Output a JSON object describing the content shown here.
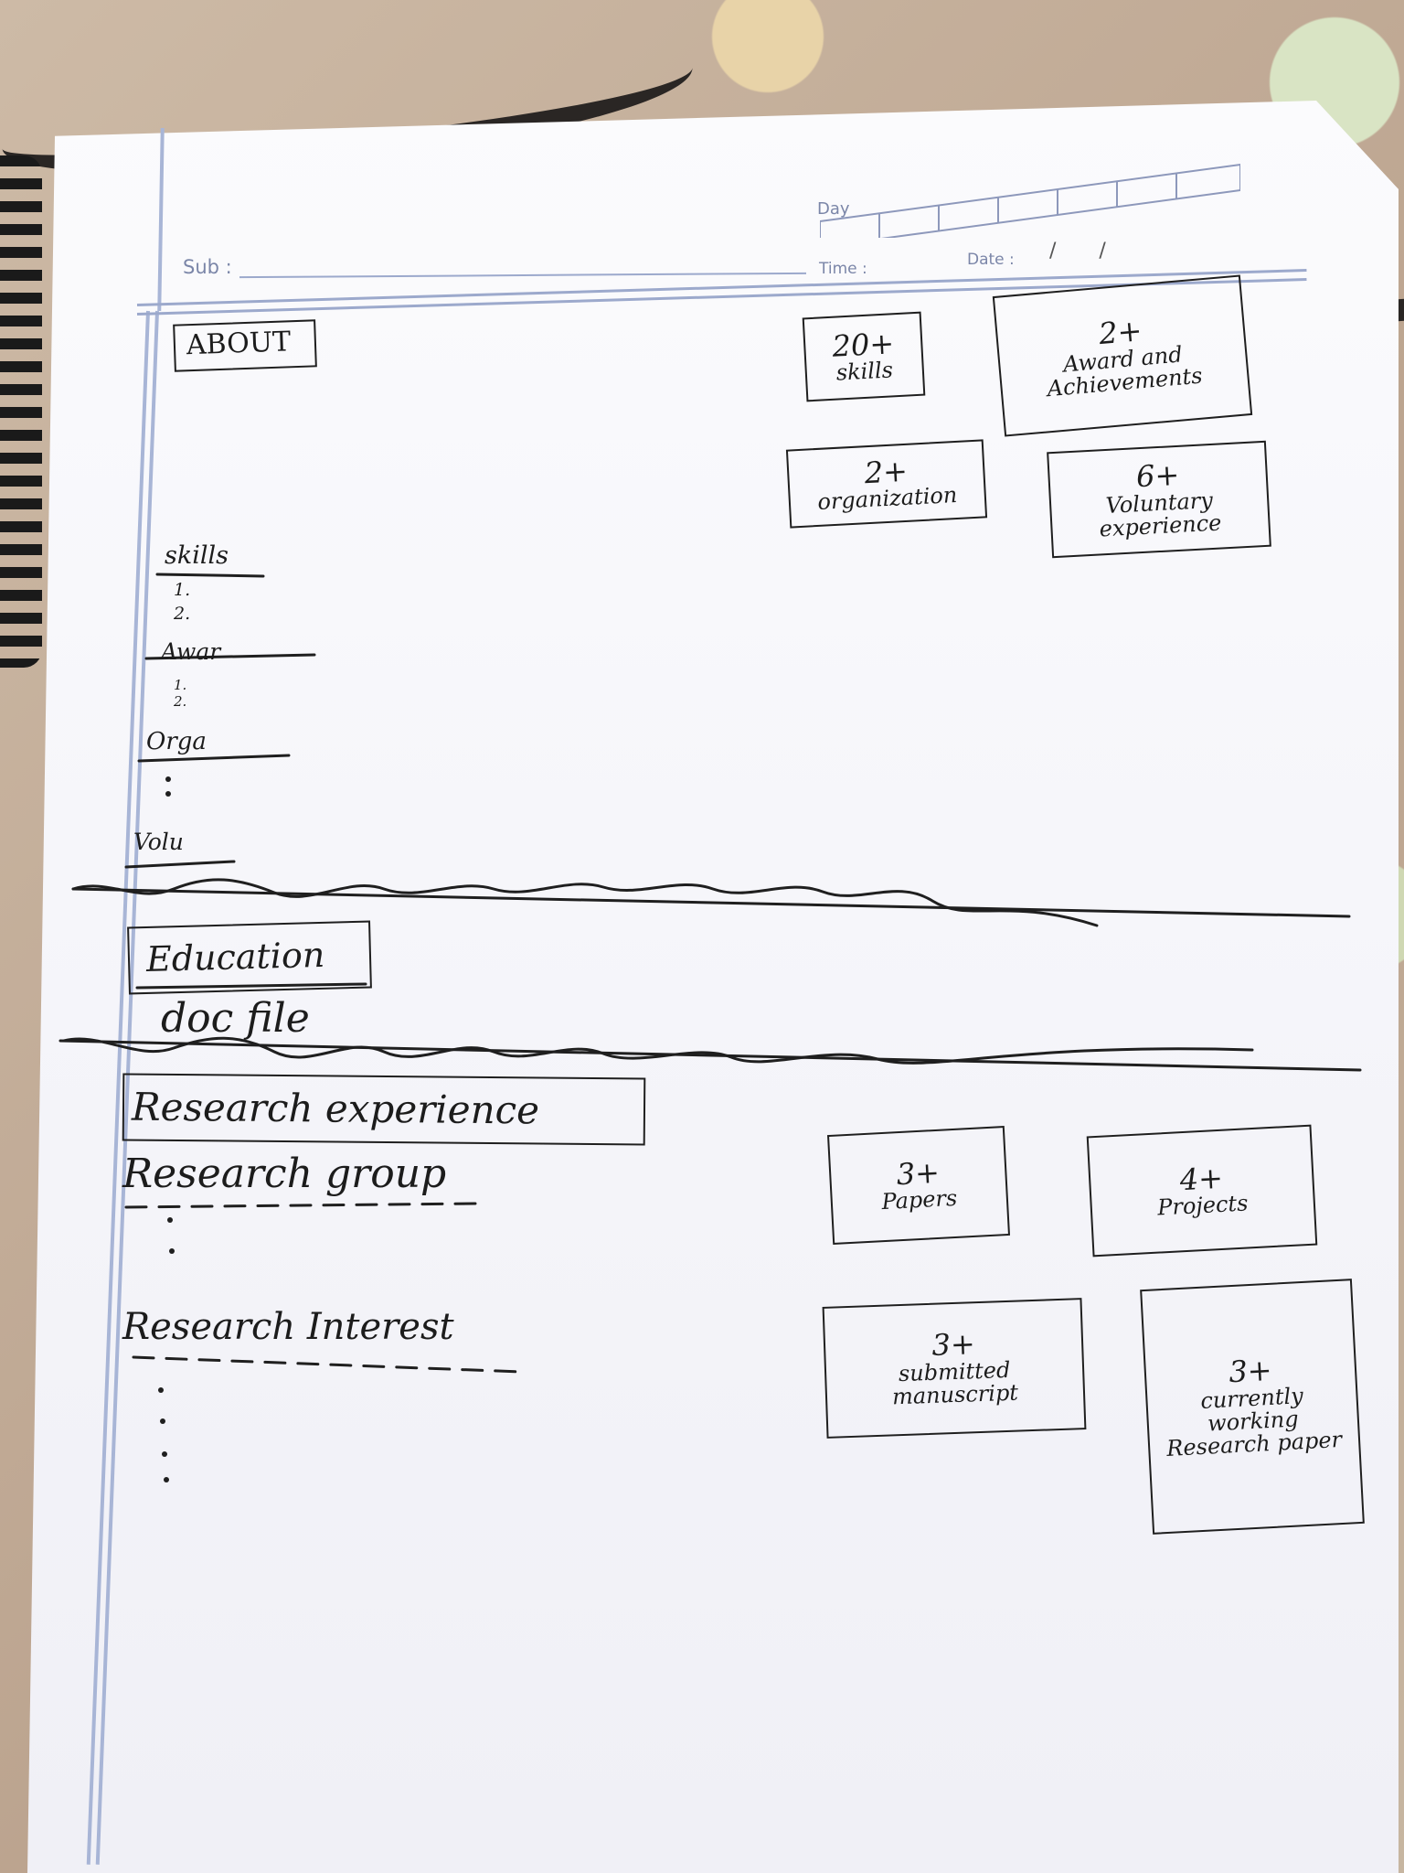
{
  "notebook": {
    "sub_label": "Sub :",
    "day_label": "Day",
    "time_label": "Time :",
    "date_label": "Date :",
    "date_slashes": "/ /"
  },
  "about": {
    "heading": "ABOUT",
    "stats": [
      {
        "value": "20+",
        "label": "skills"
      },
      {
        "value": "2+",
        "label": "Award and Achievements"
      },
      {
        "value": "2+",
        "label": "organization"
      },
      {
        "value": "6+",
        "label": "Voluntary experience"
      }
    ],
    "sections": [
      {
        "label": "skills",
        "bullets": "1.\n2."
      },
      {
        "label": "Awar",
        "bullets": "1.\n2."
      },
      {
        "label": "Orga",
        "bullets": ":"
      },
      {
        "label": "Volu",
        "bullets": ""
      }
    ]
  },
  "education": {
    "heading": "Education",
    "note": "doc file"
  },
  "research": {
    "heading": "Research experience",
    "group_label": "Research group",
    "interest_label": "Research Interest",
    "stats": [
      {
        "value": "3+",
        "label": "Papers"
      },
      {
        "value": "4+",
        "label": "Projects"
      },
      {
        "value": "3+",
        "label": "submitted manuscript"
      },
      {
        "value": "3+",
        "label": "currently working Research paper"
      }
    ]
  }
}
